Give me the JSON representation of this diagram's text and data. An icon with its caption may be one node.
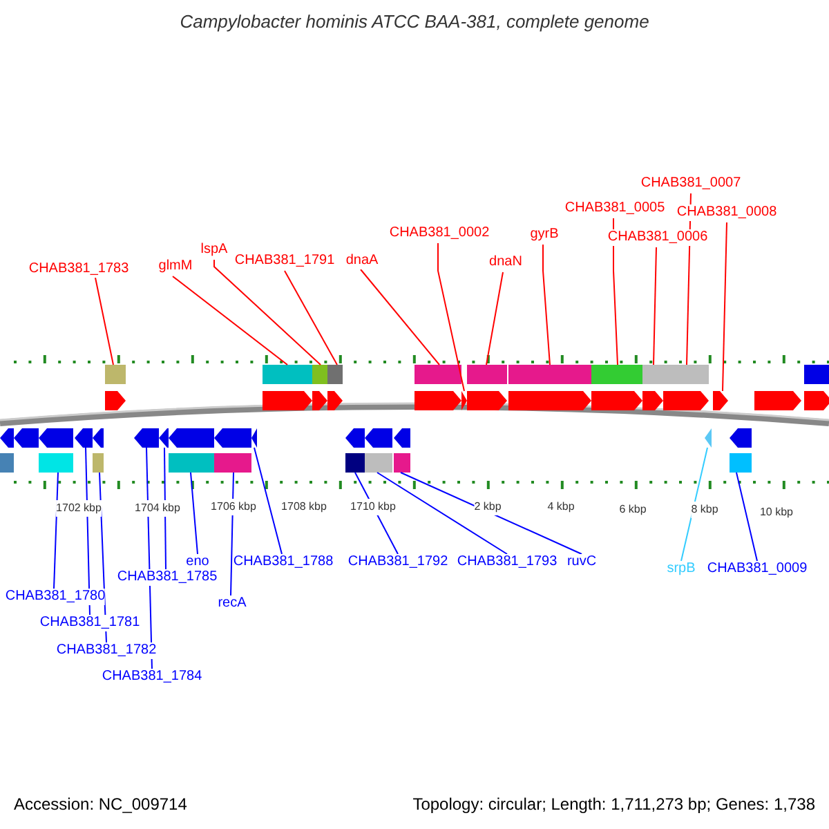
{
  "diagram": {
    "title": "Campylobacter hominis ATCC BAA-381, complete genome",
    "nodes": [
      {
        "text": [
          "CHAB381_1783"
        ]
      },
      {
        "text": [
          "glmM"
        ]
      },
      {
        "text": [
          "lspA"
        ]
      },
      {
        "text": [
          "CHAB381_1791"
        ]
      },
      {
        "text": [
          "dnaA"
        ]
      },
      {
        "text": [
          "CHAB381_0002"
        ]
      },
      {
        "text": [
          "dnaN"
        ]
      },
      {
        "text": [
          "gyrB"
        ]
      },
      {
        "text": [
          "CHAB381_0005"
        ]
      },
      {
        "text": [
          "CHAB381_0006"
        ]
      },
      {
        "text": [
          "CHAB381_0007"
        ]
      },
      {
        "text": [
          "CHAB381_0008"
        ]
      },
      {
        "text": [
          "CHAB381_1780"
        ]
      },
      {
        "text": [
          "CHAB381_1781"
        ]
      },
      {
        "text": [
          "CHAB381_1782"
        ]
      },
      {
        "text": [
          "CHAB381_1784"
        ]
      },
      {
        "text": [
          "CHAB381_1785"
        ]
      },
      {
        "text": [
          "eno"
        ]
      },
      {
        "text": [
          "recA"
        ]
      },
      {
        "text": [
          "CHAB381_1788"
        ]
      },
      {
        "text": [
          "CHAB381_1792"
        ]
      },
      {
        "text": [
          "CHAB381_1793"
        ]
      },
      {
        "text": [
          "ruvC"
        ]
      },
      {
        "text": [
          "srpB"
        ]
      },
      {
        "text": [
          "CHAB381_0009"
        ]
      },
      {
        "text": [],
        "shape": "arrow"
      },
      {
        "text": [],
        "shape": "arrow"
      },
      {
        "text": [],
        "shape": "arrow"
      },
      {
        "text": [],
        "shape": "arrow"
      },
      {
        "text": [],
        "shape": "arrow"
      },
      {
        "text": [],
        "shape": "arrow"
      },
      {
        "text": [],
        "shape": "arrow"
      },
      {
        "text": [],
        "shape": "arrow"
      },
      {
        "text": [],
        "shape": "arrow"
      },
      {
        "text": [],
        "shape": "arrow"
      },
      {
        "text": [],
        "shape": "arrow"
      },
      {
        "text": [],
        "shape": "arrow"
      },
      {
        "text": [],
        "shape": "arrow"
      },
      {
        "text": [],
        "shape": "arrow"
      },
      {
        "text": [],
        "shape": "arrow"
      },
      {
        "text": [],
        "shape": "arrow"
      },
      {
        "text": [],
        "shape": "arrow"
      },
      {
        "text": [],
        "shape": "arrow"
      },
      {
        "text": [],
        "shape": "arrow"
      },
      {
        "text": [],
        "shape": "arrow"
      },
      {
        "text": [],
        "shape": "arrow"
      },
      {
        "text": [],
        "shape": "arrow"
      },
      {
        "text": [],
        "shape": "arrow"
      },
      {
        "text": [],
        "shape": "arrow"
      },
      {
        "text": [],
        "shape": "arrow"
      },
      {
        "text": [],
        "shape": "arrow"
      },
      {
        "text": [],
        "shape": "arrow"
      },
      {
        "text": [],
        "shape": "arrow"
      },
      {
        "text": [],
        "shape": "arrow"
      }
    ],
    "edges": [
      {
        "from": 0,
        "to": 25,
        "arrow": "none",
        "color": "#ff0000"
      },
      {
        "from": 1,
        "to": 26,
        "arrow": "none",
        "color": "#ff0000"
      },
      {
        "from": 2,
        "to": 27,
        "arrow": "none",
        "color": "#ff0000"
      },
      {
        "from": 3,
        "to": 28,
        "arrow": "none",
        "color": "#ff0000"
      },
      {
        "from": 4,
        "to": 29,
        "arrow": "none",
        "color": "#ff0000"
      },
      {
        "from": 5,
        "to": 30,
        "arrow": "none",
        "color": "#ff0000"
      },
      {
        "from": 6,
        "to": 31,
        "arrow": "none",
        "color": "#ff0000"
      },
      {
        "from": 7,
        "to": 32,
        "arrow": "none",
        "color": "#ff0000"
      },
      {
        "from": 8,
        "to": 33,
        "arrow": "none",
        "color": "#ff0000"
      },
      {
        "from": 9,
        "to": 34,
        "arrow": "none",
        "color": "#ff0000"
      },
      {
        "from": 10,
        "to": 35,
        "arrow": "none",
        "color": "#ff0000"
      },
      {
        "from": 11,
        "to": 36,
        "arrow": "none",
        "color": "#ff0000"
      },
      {
        "from": 12,
        "to": 37,
        "arrow": "none",
        "color": "#0000ff"
      },
      {
        "from": 13,
        "to": 38,
        "arrow": "none",
        "color": "#0000ff"
      },
      {
        "from": 14,
        "to": 39,
        "arrow": "none",
        "color": "#0000ff"
      },
      {
        "from": 15,
        "to": 40,
        "arrow": "none",
        "color": "#0000ff"
      },
      {
        "from": 16,
        "to": 41,
        "arrow": "none",
        "color": "#0000ff"
      },
      {
        "from": 17,
        "to": 42,
        "arrow": "none",
        "color": "#0000ff"
      },
      {
        "from": 18,
        "to": 43,
        "arrow": "none",
        "color": "#0000ff"
      },
      {
        "from": 19,
        "to": 44,
        "arrow": "none",
        "color": "#0000ff"
      },
      {
        "from": 20,
        "to": 45,
        "arrow": "none",
        "color": "#0000ff"
      },
      {
        "from": 21,
        "to": 46,
        "arrow": "none",
        "color": "#0000ff"
      },
      {
        "from": 22,
        "to": 47,
        "arrow": "none",
        "color": "#0000ff"
      },
      {
        "from": 23,
        "to": 48,
        "arrow": "none",
        "color": "#33ccff"
      },
      {
        "from": 24,
        "to": 49,
        "arrow": "none",
        "color": "#0000ff"
      }
    ],
    "labels": [
      "1702 kbp",
      "1704 kbp",
      "1706 kbp",
      "1708 kbp",
      "1710 kbp",
      "2 kbp",
      "4 kbp",
      "6 kbp",
      "8 kbp",
      "10 kbp",
      "Accession: NC_009714",
      "Topology: circular; Length: 1,711,273 bp; Genes: 1,738"
    ]
  }
}
